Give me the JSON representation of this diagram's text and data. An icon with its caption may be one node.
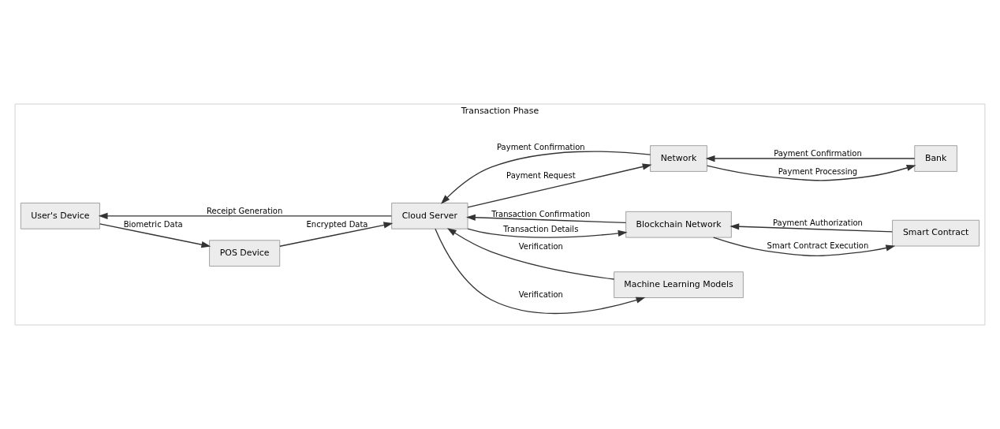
{
  "diagram": {
    "nodes": [
      {
        "text": [
          "Transaction Phase"
        ]
      },
      {
        "text": [
          "User's Device"
        ],
        "in": 0
      },
      {
        "text": [
          "POS Device"
        ],
        "in": 0
      },
      {
        "text": [
          "Cloud Server"
        ],
        "in": 0
      },
      {
        "text": [
          "Machine Learning Models"
        ],
        "in": 0
      },
      {
        "text": [
          "Blockchain Network"
        ],
        "in": 0
      },
      {
        "text": [
          "Smart Contract"
        ],
        "in": 0
      },
      {
        "text": [
          "Network"
        ],
        "in": 0
      },
      {
        "text": [
          "Bank"
        ],
        "in": 0
      }
    ],
    "edges": [
      {
        "from": 1,
        "to": 2,
        "arrow": "to",
        "label": "Biometric Data"
      },
      {
        "from": 2,
        "to": 3,
        "arrow": "to",
        "label": "Encrypted Data"
      },
      {
        "from": 3,
        "to": 4,
        "arrow": "to",
        "label": "Verification"
      },
      {
        "from": 4,
        "to": 3,
        "arrow": "to",
        "label": "Verification"
      },
      {
        "from": 3,
        "to": 5,
        "arrow": "to",
        "label": "Transaction Details"
      },
      {
        "from": 5,
        "to": 6,
        "arrow": "to",
        "label": "Smart Contract Execution"
      },
      {
        "from": 6,
        "to": 5,
        "arrow": "to",
        "label": "Payment Authorization"
      },
      {
        "from": 5,
        "to": 3,
        "arrow": "to",
        "label": "Transaction Confirmation"
      },
      {
        "from": 3,
        "to": 7,
        "arrow": "to",
        "label": "Payment Request"
      },
      {
        "from": 7,
        "to": 8,
        "arrow": "to",
        "label": "Payment Processing"
      },
      {
        "from": 8,
        "to": 7,
        "arrow": "to",
        "label": "Payment Confirmation"
      },
      {
        "from": 7,
        "to": 3,
        "arrow": "to",
        "label": "Payment Confirmation"
      },
      {
        "from": 3,
        "to": 1,
        "arrow": "to",
        "label": "Receipt Generation"
      }
    ]
  }
}
